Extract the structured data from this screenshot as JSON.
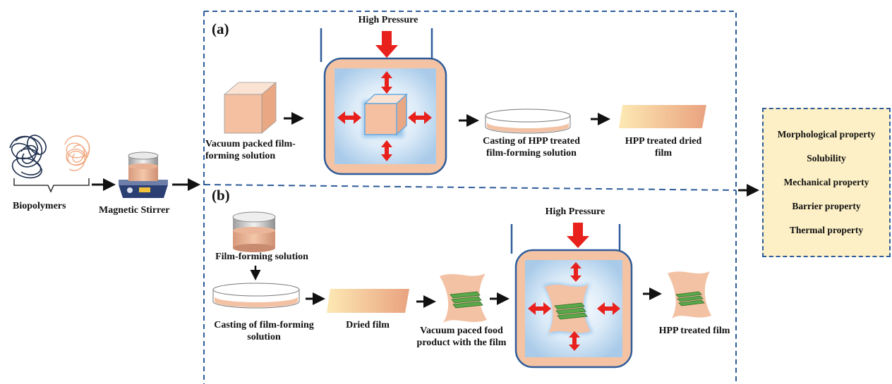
{
  "panels": {
    "a_label": "(a)",
    "b_label": "(b)"
  },
  "left": {
    "biopolymers": "Biopolymers",
    "magnetic_stirrer": "Magnetic Stirrer"
  },
  "panel_a": {
    "high_pressure": "High Pressure",
    "vacuum_packed": "Vacuum packed film-\nforming solution",
    "casting_hpp": "Casting of HPP treated\nfilm-forming solution",
    "hpp_dried_film": "HPP treated  dried\nfilm"
  },
  "panel_b": {
    "film_forming": "Film-forming solution",
    "casting": "Casting of film-forming\nsolution",
    "dried_film": "Dried film",
    "vacuum_food": "Vacuum paced food\nproduct with the film",
    "high_pressure": "High Pressure",
    "hpp_film": "HPP treated film"
  },
  "properties": [
    "Morphological property",
    "Solubility",
    "Mechanical property",
    "Barrier property",
    "Thermal property"
  ],
  "colors": {
    "dash_border": "#2e5c9a",
    "arrow_red": "#e8211d",
    "vessel_fill": "#f4c3a4",
    "vessel_stroke": "#2e5c9a",
    "chamber_blue": "#bcd7ef",
    "film_gradient_start": "#fde9b4",
    "film_gradient_end": "#e9a27f",
    "props_bg": "#fdf0c6",
    "food_green": "#5aa84a"
  }
}
